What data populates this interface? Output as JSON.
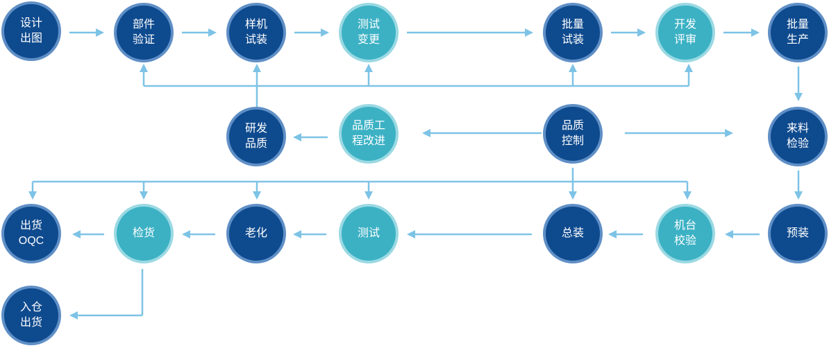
{
  "nodes": [
    {
      "id": "design-drawing",
      "label": "设计\n出图",
      "style": "dark"
    },
    {
      "id": "component-verify",
      "label": "部件\n验证",
      "style": "dark"
    },
    {
      "id": "prototype-assembly",
      "label": "样机\n试装",
      "style": "dark"
    },
    {
      "id": "test-change",
      "label": "测试\n变更",
      "style": "light"
    },
    {
      "id": "batch-trial",
      "label": "批量\n试装",
      "style": "dark"
    },
    {
      "id": "dev-review",
      "label": "开发\n评审",
      "style": "light"
    },
    {
      "id": "mass-production",
      "label": "批量\n生产",
      "style": "dark"
    },
    {
      "id": "rd-quality",
      "label": "研发\n品质",
      "style": "dark"
    },
    {
      "id": "quality-engineering",
      "label": "品质工\n程改进",
      "style": "light"
    },
    {
      "id": "quality-control",
      "label": "品质\n控制",
      "style": "dark"
    },
    {
      "id": "incoming-inspection",
      "label": "来料\n检验",
      "style": "dark"
    },
    {
      "id": "ship-oqc",
      "label": "出货\nOQC",
      "style": "dark"
    },
    {
      "id": "goods-inspection",
      "label": "检货",
      "style": "light"
    },
    {
      "id": "aging",
      "label": "老化",
      "style": "dark"
    },
    {
      "id": "testing",
      "label": "测试",
      "style": "light"
    },
    {
      "id": "final-assembly",
      "label": "总装",
      "style": "dark"
    },
    {
      "id": "machine-calibration",
      "label": "机台\n校验",
      "style": "light"
    },
    {
      "id": "pre-assembly",
      "label": "预装",
      "style": "dark"
    },
    {
      "id": "warehouse-ship",
      "label": "入仓\n出货",
      "style": "dark"
    }
  ],
  "colors": {
    "dark_fill": "#0e4a8e",
    "light_fill": "#3cb1c4",
    "connector": "#7dc3e6"
  }
}
